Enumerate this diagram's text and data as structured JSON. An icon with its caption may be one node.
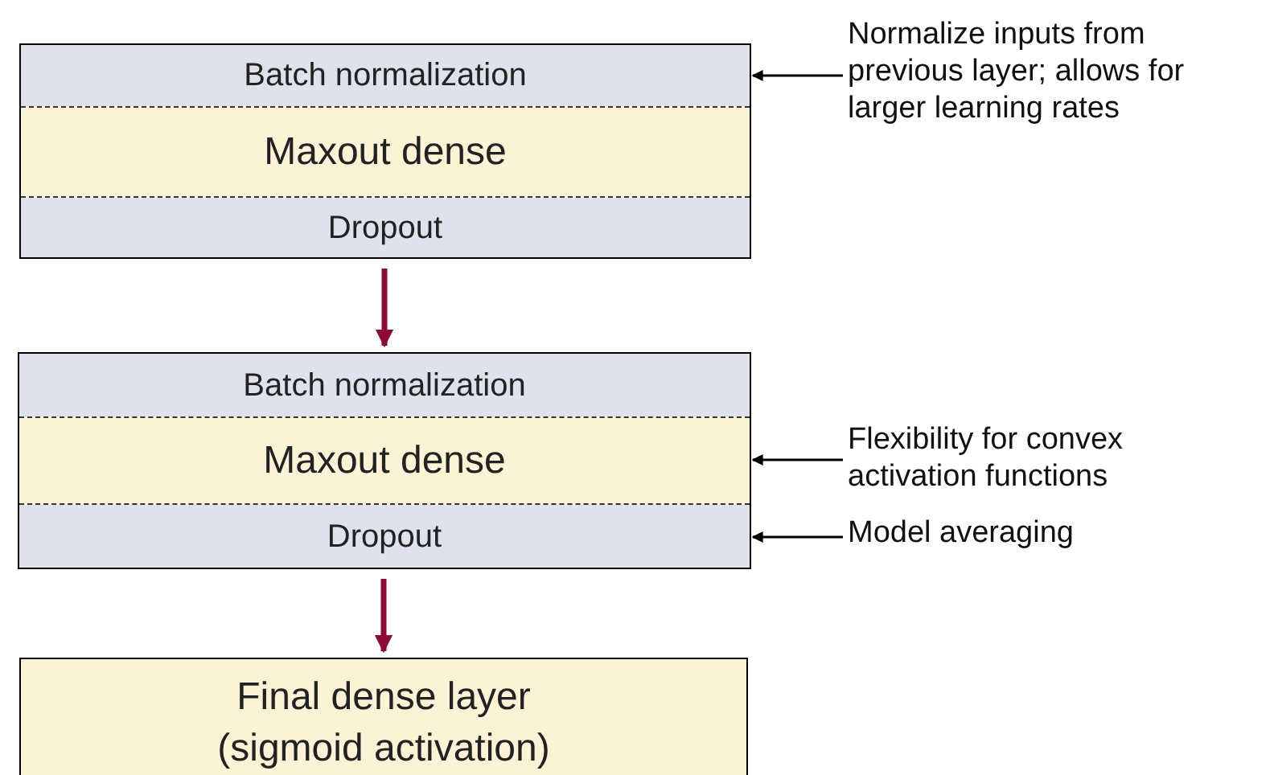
{
  "diagram": {
    "nodes": [
      {
        "text": [],
        "shape": "box"
      },
      {
        "text": [
          "Batch normalization"
        ],
        "in": 0
      },
      {
        "text": [
          "Maxout dense"
        ],
        "in": 0
      },
      {
        "text": [
          "Dropout"
        ],
        "in": 0
      },
      {
        "text": [],
        "shape": "box"
      },
      {
        "text": [
          "Batch normalization"
        ],
        "in": 4
      },
      {
        "text": [
          "Maxout dense"
        ],
        "in": 4
      },
      {
        "text": [
          "Dropout"
        ],
        "in": 4
      },
      {
        "text": [
          "Final dense layer (sigmoid activation)"
        ]
      },
      {
        "text": [
          "Normalize inputs from previous layer; allows for larger learning rates"
        ]
      },
      {
        "text": [
          "Flexibility for convex activation functions"
        ]
      },
      {
        "text": [
          "Model averaging"
        ]
      }
    ],
    "edges": [
      {
        "from": 0,
        "to": 4,
        "arrow": "to",
        "style": "thick",
        "color": "#8b0a3a"
      },
      {
        "from": 4,
        "to": 8,
        "arrow": "to",
        "style": "thick",
        "color": "#8b0a3a"
      },
      {
        "from": 9,
        "to": 1,
        "arrow": "to"
      },
      {
        "from": 10,
        "to": 6,
        "arrow": "to"
      },
      {
        "from": 11,
        "to": 7,
        "arrow": "to"
      }
    ]
  }
}
